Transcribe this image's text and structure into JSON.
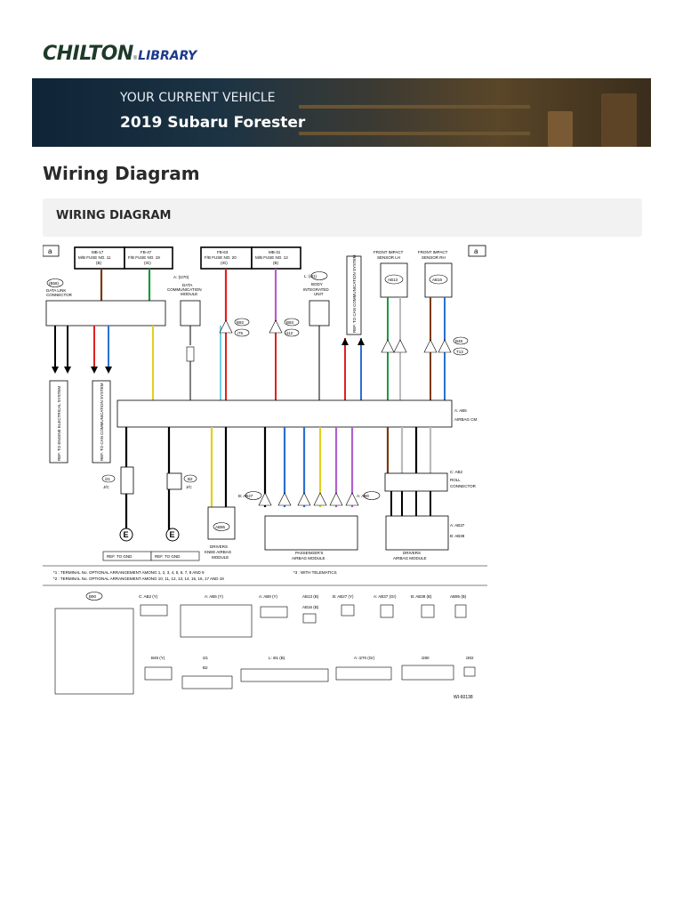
{
  "logo": {
    "brand": "CHILTON",
    "sub": "LIBRARY",
    "reg": "®"
  },
  "banner": {
    "label": "YOUR CURRENT VEHICLE",
    "vehicle": "2019 Subaru Forester"
  },
  "page": {
    "title": "Wiring Diagram",
    "section_title": "WIRING DIAGRAM"
  },
  "diagram": {
    "corner_left": "a",
    "corner_right": "a",
    "fuse_boxes": [
      {
        "line1": "MB-17",
        "line2": "M/B FUSE NO. 11",
        "line3": "(B)"
      },
      {
        "line1": "FB-47",
        "line2": "F/B FUSE NO. 19",
        "line3": "(IG)"
      },
      {
        "line1": "FB-63",
        "line2": "F/B FUSE NO. 20",
        "line3": "(IG)"
      },
      {
        "line1": "MB-31",
        "line2": "M/B FUSE NO. 12",
        "line3": "(B)"
      }
    ],
    "dlc": {
      "conn": "(B58)",
      "label1": "DATA LINK",
      "label2": "CONNECTOR"
    },
    "dcm": {
      "conn": "A: (I270)",
      "label1": "DATA",
      "label2": "COMMUNICATION",
      "label3": "MODULE"
    },
    "bcm": {
      "conn": "L: (i81)",
      "label1": "BODY",
      "label2": "INTEGRATED",
      "label3": "UNIT"
    },
    "can_ref": "REF. TO CAN COMMUNICATION SYSTEM",
    "front_lh": {
      "label1": "FRONT IMPACT",
      "label2": "SENSOR LH",
      "conn": "AB13"
    },
    "front_rh": {
      "label1": "FRONT IMPACT",
      "label2": "SENSOR RH",
      "conn": "AB16"
    },
    "ref_engine": "REF. TO ENGINE ELECTRICAL SYSTEM",
    "ref_can2": "REF. TO CAN COMMUNICATION SYSTEM",
    "airbag_cm": {
      "conn": "A: AB5",
      "label": "AIRBAG CM"
    },
    "roll_conn": {
      "conn": "C: AB2",
      "label1": "ROLL",
      "label2": "CONNECTOR"
    },
    "jc1": {
      "conn": "i21",
      "label": "J/C"
    },
    "jc2": {
      "conn": "B2",
      "label": "J/C"
    },
    "ref_gnd1": "REF. TO GND",
    "ref_gnd2": "REF. TO GND",
    "knee": {
      "conn": "AB95",
      "label1": "DRIVERS",
      "label2": "KNEE AIRBAG",
      "label3": "MODULE"
    },
    "passenger": {
      "label1": "PASSENGER'S",
      "label2": "AIRBAG MODULE"
    },
    "driver": {
      "conn_a": "A: AB37",
      "conn_b": "B: AB38",
      "label1": "DRIVERS",
      "label2": "AIRBAG MODULE"
    },
    "connectors": {
      "b92": "B92",
      "b93": "B93",
      "i75": "i75",
      "i112": "i112",
      "b49": "B49",
      "t13": "T13",
      "ab27": "B: AB27",
      "ab9": "A: AB9"
    },
    "footnote1": "*1 : TERMINAL No. OPTIONAL ARRANGEMENT AMONG 1, 2, 3, 4, 5, 6, 7, 8 AND 9",
    "footnote2": "*2 : TERMINAL No. OPTIONAL ARRANGEMENT AMONG 10, 11, 12, 13, 14, 15, 16, 17 AND 18",
    "footnote3": "*3 : WITH TELEMATICS",
    "connector_labels": {
      "c1": "B90",
      "c2": "C: AB2 (Y)",
      "c3": "A: AB5 (Y)",
      "c4": "A: AB9 (Y)",
      "c5": "AB13 (B)",
      "c6": "B: AB27 (Y)",
      "c7": "A: AB37 (Gr)",
      "c8": "B: AB38 (B)",
      "c9": "AB95 (B)",
      "c10": "AB16 (B)",
      "c11": "B49 (Y)",
      "c12": "i21",
      "c13": "B2",
      "c14": "L: i81 (B)",
      "c15": "A: i270 (Gr)",
      "c16": "i280",
      "c17": "i302"
    },
    "code": "WI-60138"
  }
}
